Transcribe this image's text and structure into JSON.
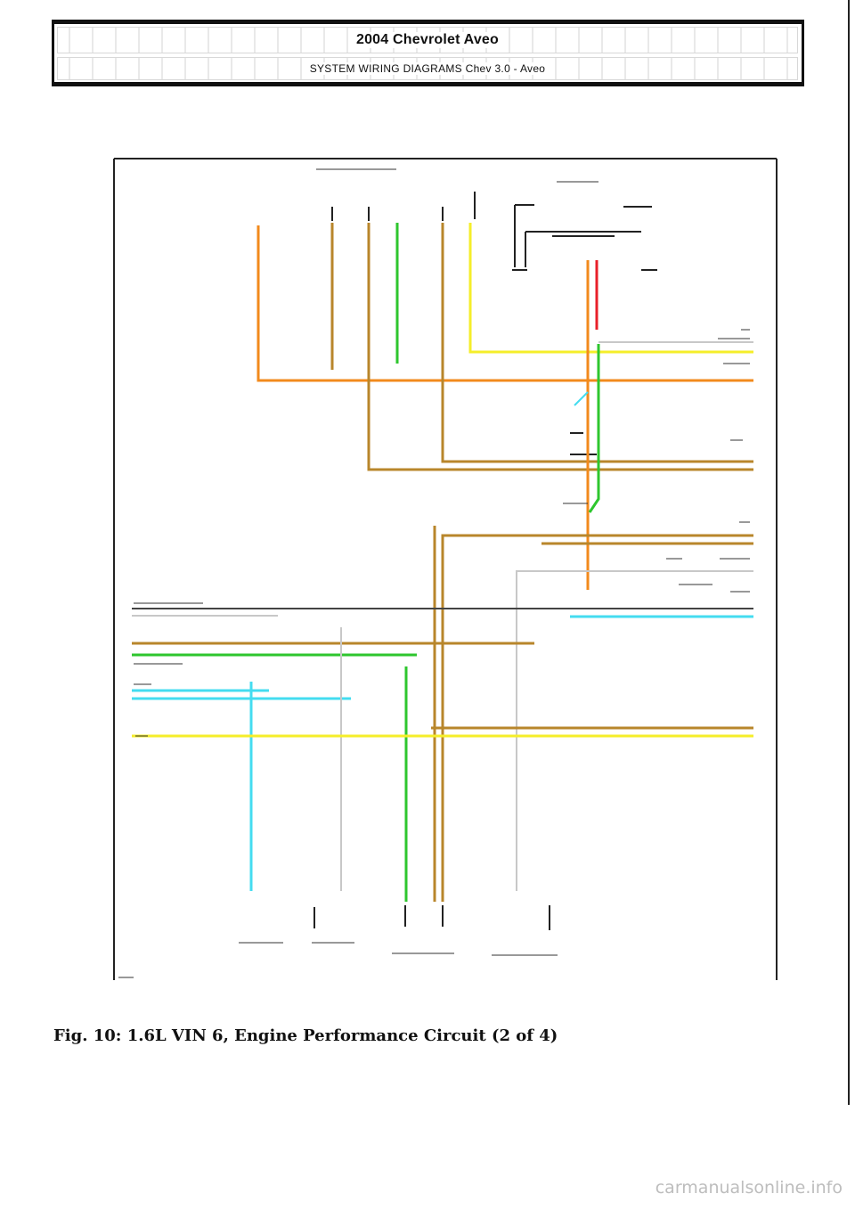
{
  "header": {
    "title": "2004 Chevrolet Aveo",
    "subtitle": "SYSTEM WIRING DIAGRAMS Chev 3.0 - Aveo"
  },
  "caption": "Fig. 10: 1.6L VIN 6, Engine Performance Circuit (2 of 4)",
  "watermark": "carmanualsonline.info",
  "wire_colors": {
    "orange": "#f28a1c",
    "tan": "#b8862b",
    "green": "#2ec62e",
    "yellow": "#f5ee2a",
    "red": "#e8202a",
    "cyan": "#44dcf0",
    "gray": "#c8c8c8",
    "black": "#222222"
  }
}
